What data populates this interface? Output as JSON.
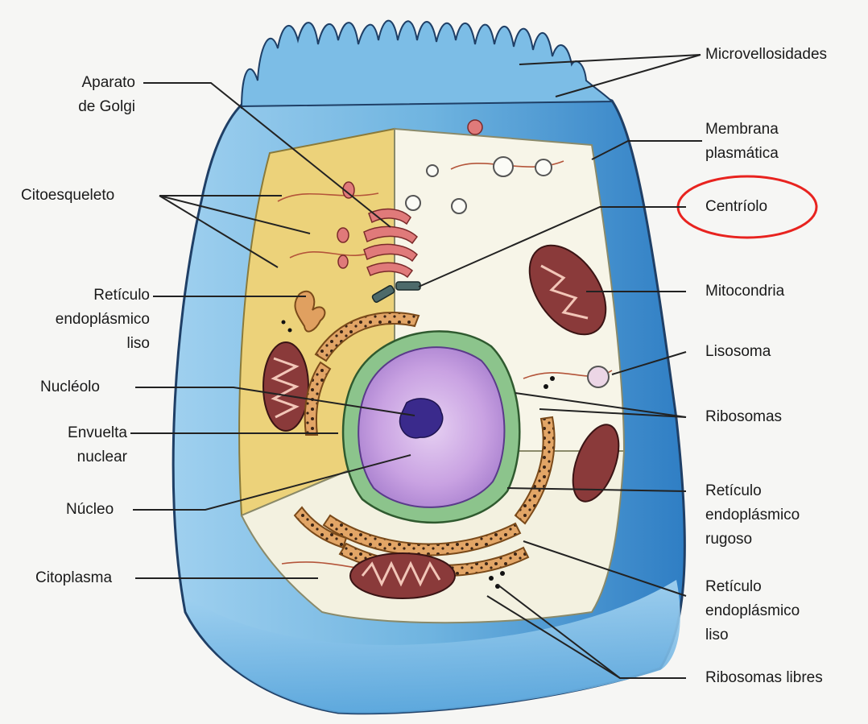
{
  "labels": {
    "aparato_golgi": [
      "Aparato",
      "de Golgi"
    ],
    "citoesqueleto": "Citoesqueleto",
    "reticulo_liso_izq": [
      "Retículo",
      "endoplásmico",
      "liso"
    ],
    "nucleolo": "Nucléolo",
    "envuelta_nuclear": [
      "Envuelta",
      "nuclear"
    ],
    "nucleo": "Núcleo",
    "citoplasma": "Citoplasma",
    "microvellosidades": "Microvellosidades",
    "membrana_plasmatica": [
      "Membrana",
      "plasmática"
    ],
    "centriolo": "Centríolo",
    "mitocondria": "Mitocondria",
    "lisosoma": "Lisosoma",
    "ribosomas": "Ribosomas",
    "reticulo_rugoso": [
      "Retículo",
      "endoplásmico",
      "rugoso"
    ],
    "reticulo_liso_der": [
      "Retículo",
      "endoplásmico",
      "liso"
    ],
    "ribosomas_libres": "Ribosomas libres"
  },
  "highlight": {
    "target": "centriolo",
    "shape": "ellipse",
    "color": "#e8231f"
  },
  "colors": {
    "membrane_outer": "#6fb4e0",
    "membrane_dark": "#3d8ccc",
    "cytoplasm_left": "#ecd27a",
    "cytoplasm_right": "#f7f5e8",
    "nucleus": "#b98bd6",
    "nuclear_envelope": "#8cc48c",
    "nucleolus": "#3a2a8c",
    "mitochondria": "#8a3a3a",
    "golgi": "#e07a7a",
    "rer": "#e0a060",
    "leader_lines": "#222222"
  }
}
